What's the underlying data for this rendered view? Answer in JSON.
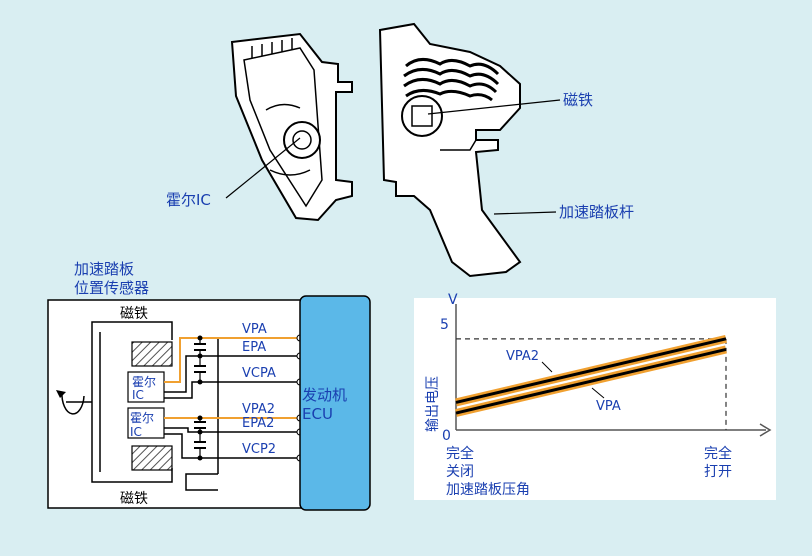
{
  "figure": {
    "labels": {
      "magnet_top": "磁铁",
      "hall_ic": "霍尔IC",
      "pedal_arm": "加速踏板杆"
    }
  },
  "sensor": {
    "title_line1": "加速踏板",
    "title_line2": "位置传感器",
    "magnet_top": "磁铁",
    "magnet_bottom": "磁铁",
    "hall_ic_1_line1": "霍尔",
    "hall_ic_1_line2": "IC",
    "hall_ic_2_line1": "霍尔",
    "hall_ic_2_line2": "IC"
  },
  "signals": [
    "VPA",
    "EPA",
    "VCPA",
    "VPA2",
    "EPA2",
    "VCP2"
  ],
  "ecu": {
    "line1": "发动机",
    "line2": "ECU"
  },
  "colors": {
    "background": "#d9eef2",
    "ecu_fill": "#5bb8e8",
    "wire_orange": "#f0a030",
    "label_blue": "#1a3fb0"
  },
  "chart_data": {
    "type": "line",
    "title": "",
    "xlabel": "加速踏板压角",
    "ylabel": "输出电压",
    "y_unit": "V",
    "ylim": [
      0,
      5
    ],
    "y_ticks": [
      "5",
      "0"
    ],
    "x_ticks": [
      {
        "line1": "完全",
        "line2": "关闭"
      },
      {
        "line1": "完全",
        "line2": "打开"
      }
    ],
    "series": [
      {
        "name": "VPA2",
        "x": [
          0,
          1
        ],
        "values": [
          1.3,
          4.3
        ]
      },
      {
        "name": "VPA",
        "x": [
          0,
          1
        ],
        "values": [
          0.8,
          3.8
        ]
      }
    ],
    "reference_line": 4.3
  }
}
